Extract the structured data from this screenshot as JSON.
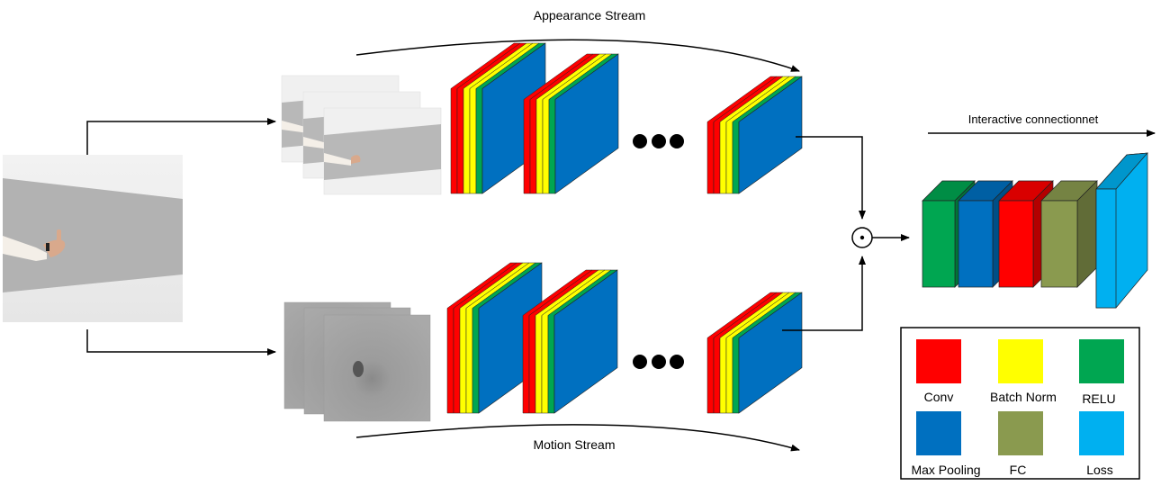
{
  "labels": {
    "appearance_stream": "Appearance Stream",
    "motion_stream": "Motion Stream",
    "interactive": "Interactive connectionnet",
    "fusion_symbol": "⊙"
  },
  "colors": {
    "conv": "#ff0000",
    "batch_norm": "#ffff00",
    "relu": "#00a651",
    "max_pooling": "#0070c0",
    "fc": "#8a9a4f",
    "loss": "#00b0f0"
  },
  "legend": {
    "items": [
      {
        "label": "Conv",
        "color_key": "conv"
      },
      {
        "label": "Batch Norm",
        "color_key": "batch_norm"
      },
      {
        "label": "RELU",
        "color_key": "relu"
      },
      {
        "label": "Max Pooling",
        "color_key": "max_pooling"
      },
      {
        "label": "FC",
        "color_key": "fc"
      },
      {
        "label": "Loss",
        "color_key": "loss"
      }
    ]
  },
  "images": {
    "input_frame": "input-video-frame",
    "rgb_stack": "rgb-frame-stack",
    "flow_stack": "optical-flow-stack"
  }
}
